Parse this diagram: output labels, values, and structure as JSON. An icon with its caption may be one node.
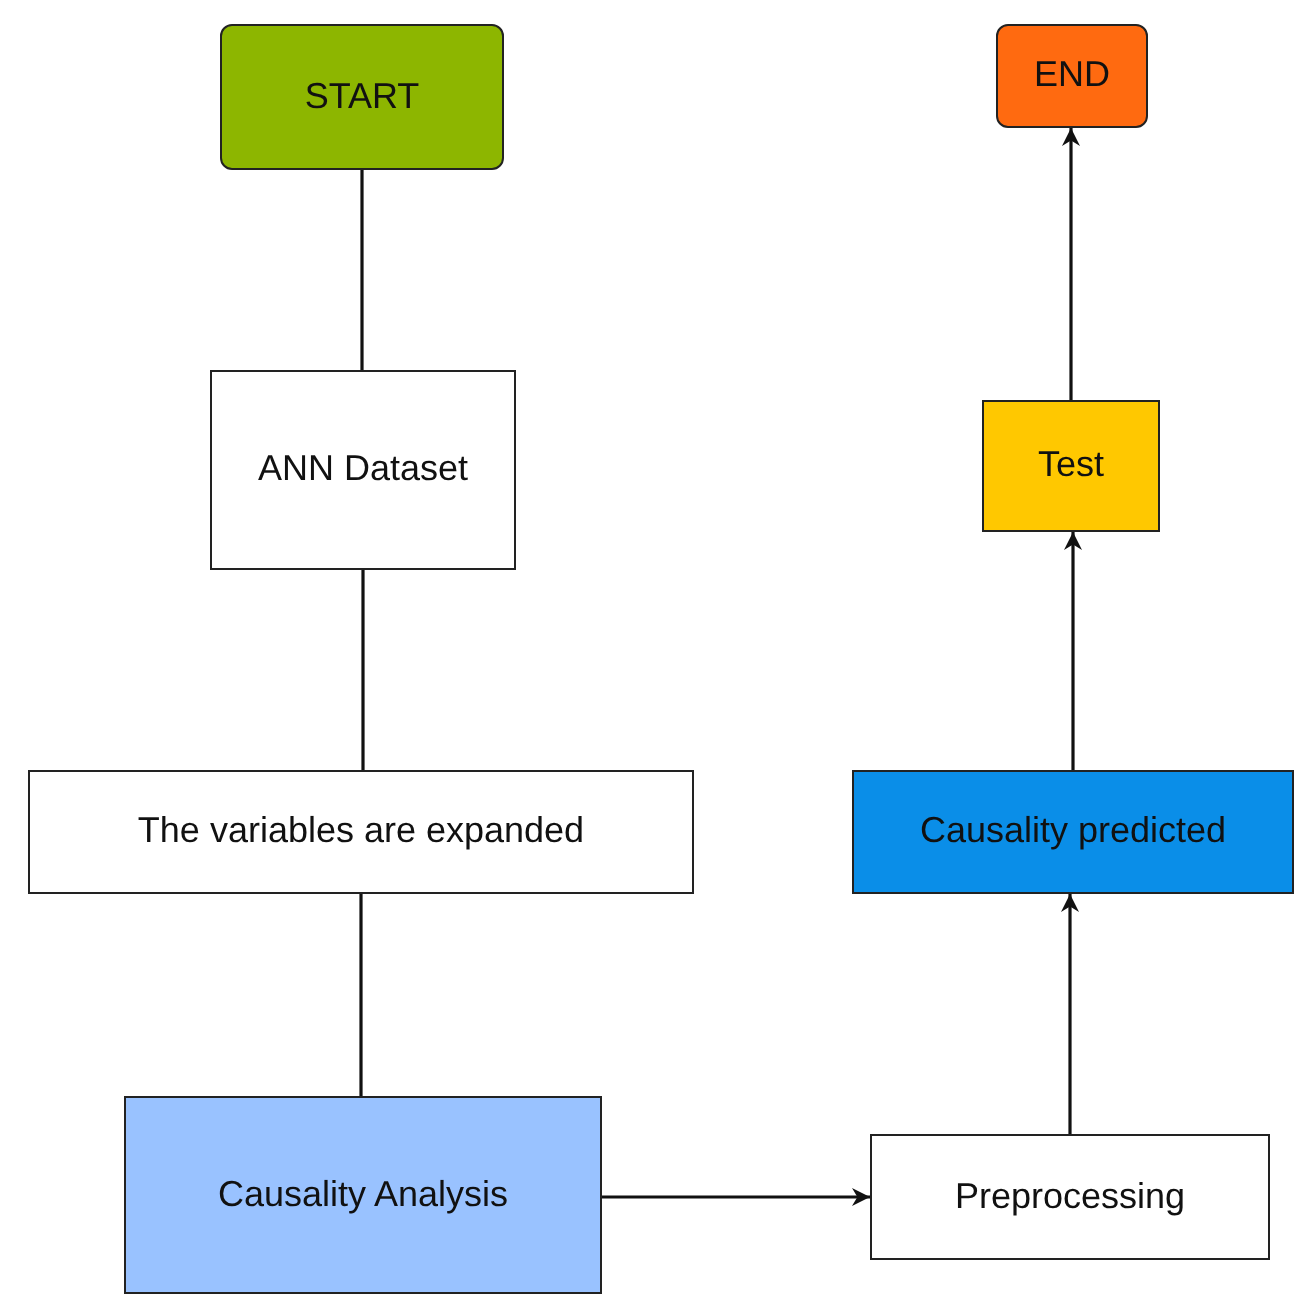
{
  "diagram": {
    "nodes": [
      {
        "text": [
          "START"
        ]
      },
      {
        "text": [
          "ANN Dataset"
        ]
      },
      {
        "text": [
          "The variables are expanded"
        ]
      },
      {
        "text": [
          "Causality Analysis"
        ]
      },
      {
        "text": [
          "Preprocessing"
        ]
      },
      {
        "text": [
          "Causality predicted"
        ]
      },
      {
        "text": [
          "Test"
        ]
      },
      {
        "text": [
          "END"
        ]
      }
    ],
    "edges": [
      {
        "from": 0,
        "to": 1,
        "arrow": "none"
      },
      {
        "from": 1,
        "to": 2,
        "arrow": "none"
      },
      {
        "from": 2,
        "to": 3,
        "arrow": "none"
      },
      {
        "from": 3,
        "to": 4,
        "arrow": "to"
      },
      {
        "from": 4,
        "to": 5,
        "arrow": "to"
      },
      {
        "from": 5,
        "to": 6,
        "arrow": "to"
      },
      {
        "from": 6,
        "to": 7,
        "arrow": "to"
      }
    ]
  }
}
